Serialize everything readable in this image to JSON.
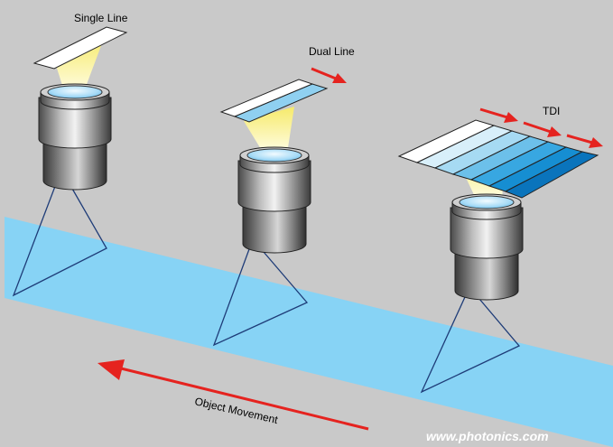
{
  "diagram": {
    "labels": {
      "single_line": "Single Line",
      "dual_line": "Dual Line",
      "tdi": "TDI",
      "object_movement": "Object Movement"
    },
    "credit": "www.photonics.com"
  },
  "colors": {
    "background": "#c9c9c9",
    "conveyor": "#87d3f5",
    "arrow": "#e5231f",
    "lens_glass": "#a9dcf7",
    "light_beam": "#fbf5b4",
    "sensor_shades": [
      "#ffffff",
      "#d8effa",
      "#a6daf3",
      "#6cc0ea",
      "#38a7e1",
      "#168ed2",
      "#0a74bc"
    ]
  },
  "icons": [
    "line-scan-camera-icon",
    "motion-arrow-icon"
  ]
}
